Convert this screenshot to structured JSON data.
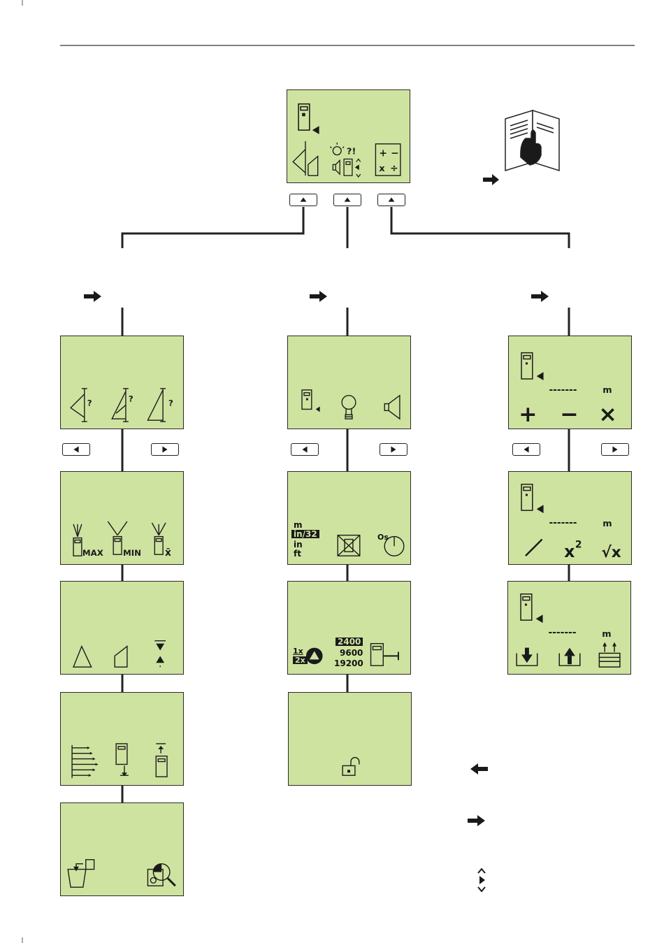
{
  "colors": {
    "lcd": "#cfe3a0",
    "ink": "#1a1a1a",
    "lines": "#222222"
  },
  "units": {
    "m": "m",
    "in32": "in/32",
    "in": "in",
    "ft": "ft"
  },
  "offset_label": "Os",
  "toggle": {
    "x1": "1x",
    "x2": "2x"
  },
  "baud": {
    "b1": "2400",
    "b2": "9600",
    "b3": "19200"
  },
  "calc": {
    "m": "m",
    "dashes": "-------",
    "plus": "+",
    "minus": "−",
    "times": "×",
    "square": "x",
    "square_exp": "2",
    "sqrt": "√x"
  },
  "mini_calc": {
    "plus": "+",
    "minus": "−",
    "times": "x",
    "divide": "÷"
  },
  "qmark": "?",
  "stats": {
    "max": "MAX",
    "min": "MIN",
    "avg": "x̄"
  },
  "icons": [
    "device-icon",
    "manual-icon",
    "arrow-right-icon",
    "arrow-left-icon",
    "up-down-icon",
    "triangle-icon",
    "trapezoid-icon",
    "stakeout-icon",
    "lock-open-icon",
    "memory-icon",
    "zoom-icon",
    "bulb-icon",
    "speaker-icon"
  ]
}
